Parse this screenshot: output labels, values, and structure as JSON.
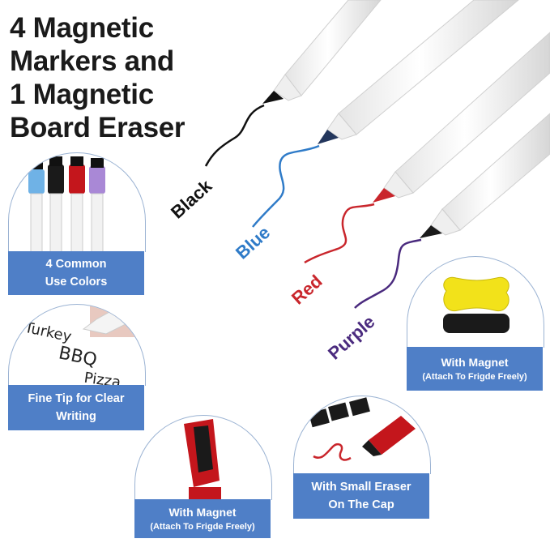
{
  "title_lines": [
    "4 Magnetic",
    "Markers and",
    "1 Magnetic",
    "Board Eraser"
  ],
  "markers": [
    {
      "label": "Black",
      "color": "#111111"
    },
    {
      "label": "Blue",
      "color": "#2f7bc8"
    },
    {
      "label": "Red",
      "color": "#c9262c"
    },
    {
      "label": "Purple",
      "color": "#4a2a7e"
    }
  ],
  "features": {
    "colors": {
      "line1": "4 Common",
      "line2": "Use Colors"
    },
    "fine_tip": {
      "line1": "Fine Tip for Clear",
      "line2": "Writing",
      "writing_words": [
        "Turkey",
        "BBQ",
        "Pizza"
      ]
    },
    "magnet_eraser": {
      "line1": "With Magnet",
      "line2": "(Attach To Frigde Freely)"
    },
    "magnet_marker": {
      "line1": "With Magnet",
      "line2": "(Attach To Frigde Freely)"
    },
    "cap_eraser": {
      "line1": "With Small Eraser",
      "line2": "On The Cap"
    }
  },
  "colors": {
    "panel_blue": "#4f7fc7",
    "arch_border": "#9bb3d3",
    "eraser_yellow": "#f2e21a"
  }
}
